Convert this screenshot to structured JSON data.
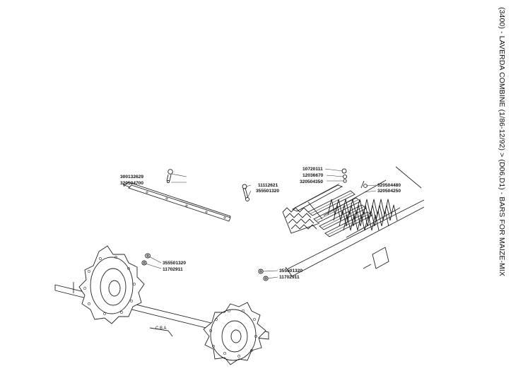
{
  "title": "(3400) - LAVERDA COMBINE (1/86-12/92) > (D06,D1) - BARS FOR MAIZE-MIX",
  "part_numbers": {
    "p10720111": "10720111",
    "p12036670": "12036670",
    "p320504350": "320504350",
    "p320504480": "320504480",
    "p320504250": "320504250",
    "p300132629": "300132629",
    "p320504700": "320504700",
    "p11112621": "11112621",
    "p355501320_upper": "355501320",
    "p355501320_left": "355501320",
    "p11702911_left": "11702911",
    "p355501320_right": "355501320",
    "p11702911_right": "11702911"
  },
  "annotation": "C B A"
}
